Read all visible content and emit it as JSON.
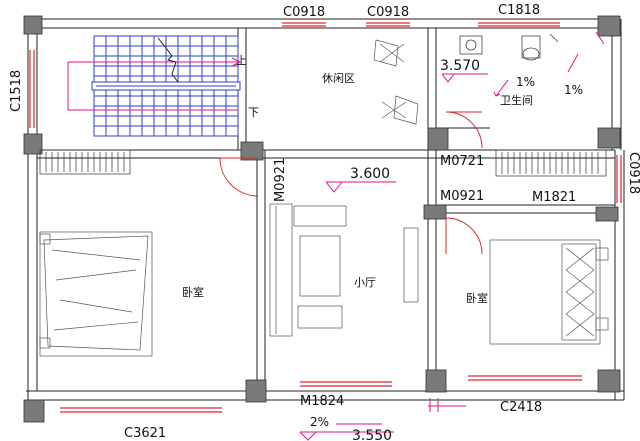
{
  "plan": {
    "windows": {
      "c0918_a": "C0918",
      "c0918_b": "C0918",
      "c1818": "C1818",
      "c1518": "C1518",
      "c0918_right": "C0918",
      "c3621": "C3621",
      "c2418": "C2418"
    },
    "doors": {
      "m0721": "M0721",
      "m0921_left": "M0921",
      "m0921_right": "M0921",
      "m1821": "M1821",
      "m1824": "M1824"
    },
    "rooms": {
      "leisure": "休闲区",
      "bath": "卫生间",
      "bed_left": "卧室",
      "bed_right": "卧室",
      "hall": "小厅"
    },
    "stair": {
      "up": "上",
      "down": "下"
    },
    "elevations": {
      "bath": "3.570",
      "hall": "3.600",
      "bottom": "3.550"
    },
    "slopes": {
      "bath_a": "1%",
      "bath_b": "1%",
      "bottom": "2%"
    }
  }
}
